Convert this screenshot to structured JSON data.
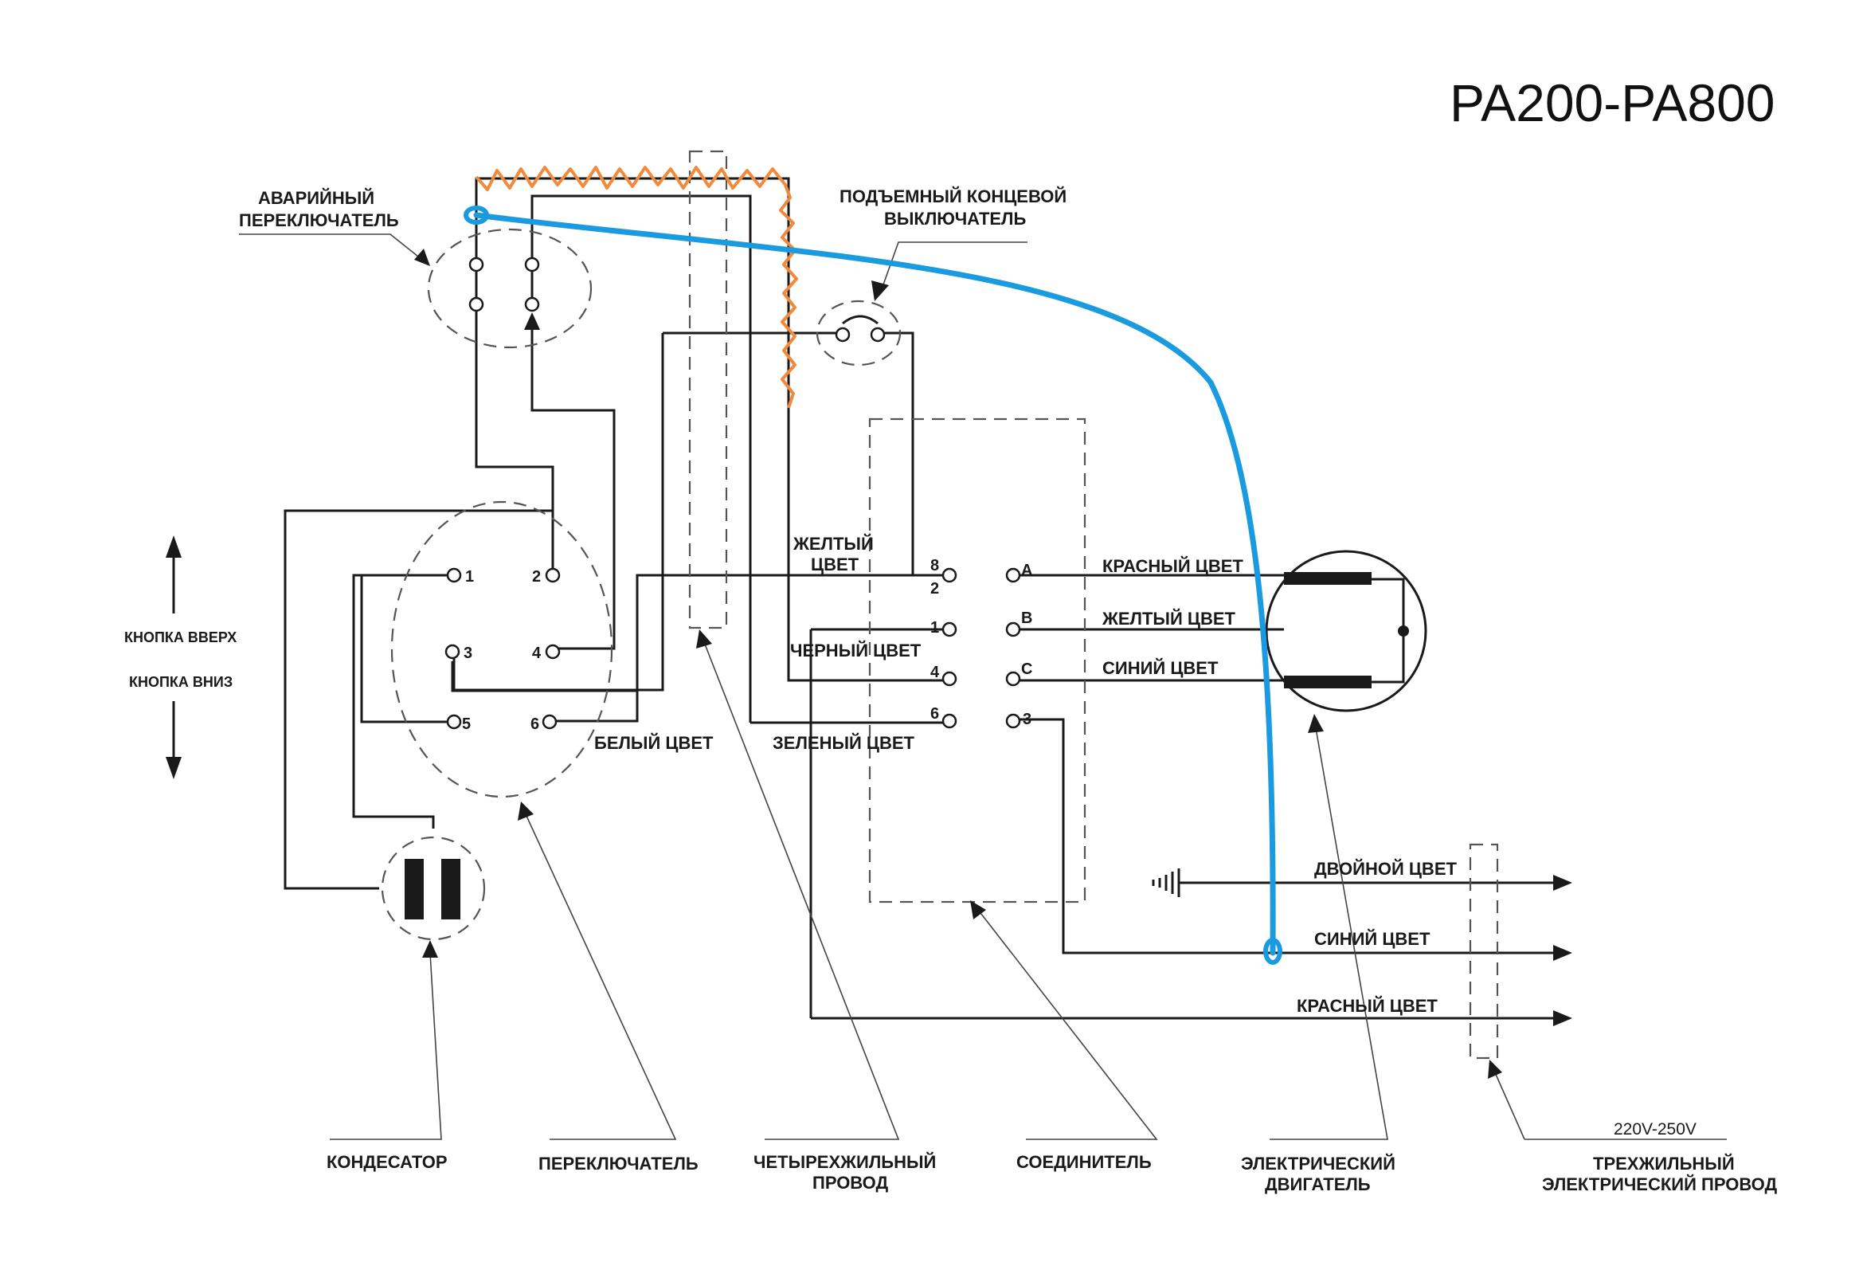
{
  "title": "PA200-PA800",
  "colors": {
    "wire": "#1a1a1a",
    "annotation_blue": "#1a9be0",
    "annotation_orange": "#f08a3c"
  },
  "labels": {
    "emergency_switch": [
      "АВАРИЙНЫЙ",
      "ПЕРЕКЛЮЧАТЕЛЬ"
    ],
    "limit_switch": [
      "ПОДЪЕМНЫЙ КОНЦЕВОЙ",
      "ВЫКЛЮЧАТЕЛЬ"
    ],
    "button_up": "КНОПКА ВВЕРХ",
    "button_down": "КНОПКА ВНИЗ",
    "capacitor": "КОНДЕСАТОР",
    "switch": "ПЕРЕКЛЮЧАТЕЛЬ",
    "four_wire": [
      "ЧЕТЫРЕХЖИЛЬНЫЙ",
      "ПРОВОД"
    ],
    "connector": "СОЕДИНИТЕЛЬ",
    "motor": [
      "ЭЛЕКТРИЧЕСКИЙ",
      "ДВИГАТЕЛЬ"
    ],
    "three_wire": [
      "ТРЕХЖИЛЬНЫЙ",
      "ЭЛЕКТРИЧЕСКИЙ ПРОВОД"
    ],
    "voltage": "220V-250V"
  },
  "wire_colors": {
    "yellow": [
      "ЖЕЛТЫЙ",
      "ЦВЕТ"
    ],
    "black": "ЧЕРНЫЙ ЦВЕТ",
    "white": "БЕЛЫЙ ЦВЕТ",
    "green": "ЗЕЛЕНЫЙ ЦВЕТ",
    "motor_red": "КРАСНЫЙ ЦВЕТ",
    "motor_yellow": "ЖЕЛТЫЙ ЦВЕТ",
    "motor_blue": "СИНИЙ ЦВЕТ",
    "cable_double": "ДВОЙНОЙ ЦВЕТ",
    "cable_blue": "СИНИЙ ЦВЕТ",
    "cable_red": "КРАСНЫЙ ЦВЕТ"
  },
  "switch_terminals": [
    "1",
    "2",
    "3",
    "4",
    "5",
    "6"
  ],
  "connector_terminals": {
    "left": [
      "8",
      "2",
      "1",
      "4",
      "6"
    ],
    "right": [
      "A",
      "B",
      "C",
      "3"
    ]
  }
}
